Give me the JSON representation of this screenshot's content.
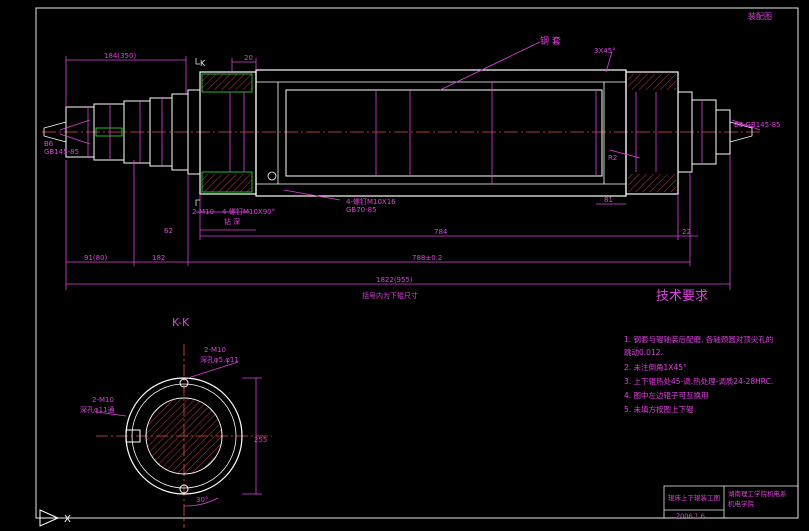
{
  "title_corner": "装配图",
  "labels": {
    "steel_sleeve": "钢 套",
    "chamfer_top": "3X45°",
    "section_mark": "K",
    "center_hole_left_code": "B6",
    "center_hole_left_std": "GB145-85",
    "center_hole_right": "B6 GB145-85",
    "bolt_note_1": "4-螺钉M10X16",
    "bolt_note_2": "GB70-85",
    "hole_note_1": "2-M10",
    "hole_note_2": "4-螺钉M10X90°",
    "hole_note_3": "钻 深",
    "radius_note": "R2",
    "dim_left_top": "184(350)",
    "dim_20": "20",
    "dim_62": "62",
    "dim_784": "784",
    "dim_22": "22",
    "dim_91": "91(80)",
    "dim_182": "182",
    "dim_788": "788±0.2",
    "dim_81": "81",
    "dim_total": "1822(955)",
    "caption": "括号内为下辊尺寸"
  },
  "section_view": {
    "title": "K-K",
    "note_top_1": "2-M10",
    "note_top_2": "深孔φ5.φ11",
    "note_left_1": "2-M10",
    "note_left_2": "深孔φ11通",
    "dim_right": "255",
    "dim_angle": "30°"
  },
  "tech": {
    "heading": "技术要求",
    "items": [
      "1. 钢套与辊轴装后配磨, 各轴颈圆对顶尖孔的",
      "   跳动0.012.",
      "2. 未注倒角1X45°",
      "3. 上下辊热处45-调.热处理-调质24-28HRC.",
      "4. 图中左边辊子可互换用",
      "5. 未填方按图上下辊"
    ]
  },
  "title_block": {
    "name": "辊床上下辊装工图",
    "company_1": "湖南理工学院机电系",
    "company_2": "机电学院",
    "date": "2006.1.6"
  },
  "ucs": {
    "x": "X"
  }
}
